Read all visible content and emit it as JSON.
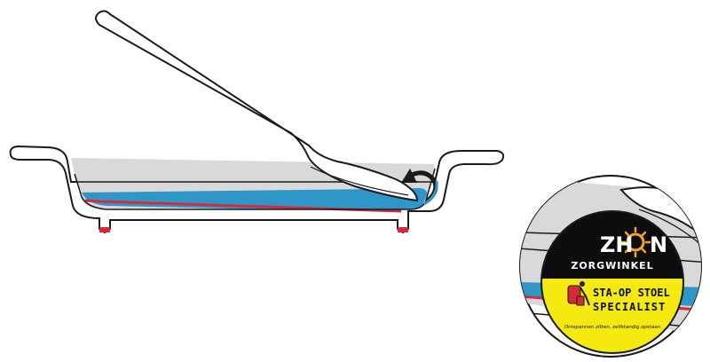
{
  "colors": {
    "outline": "#1a1a1a",
    "dish_fill": "#d9d9d9",
    "liquid_blue": "#2f96c8",
    "red_base": "#d42a3a",
    "red_feet": "#d42a3a",
    "badge_black": "#0d0d0d",
    "badge_yellow": "#f4ea10",
    "sun_orange": "#f2a81d",
    "chair_red": "#d42a3a"
  },
  "icons": {
    "arrow": "curved-arrow-icon",
    "spoon": "spoon-icon",
    "sun": "sun-logo-icon",
    "chair": "lift-chair-icon"
  },
  "badge": {
    "brand_left": "ZH",
    "brand_right": "N",
    "subtitle": "ZORGWINKEL",
    "line1": "STA-OP STOEL",
    "line2": "SPECIALIST",
    "tagline": "Ontspannen zitten, zelfstandig opstaan"
  }
}
